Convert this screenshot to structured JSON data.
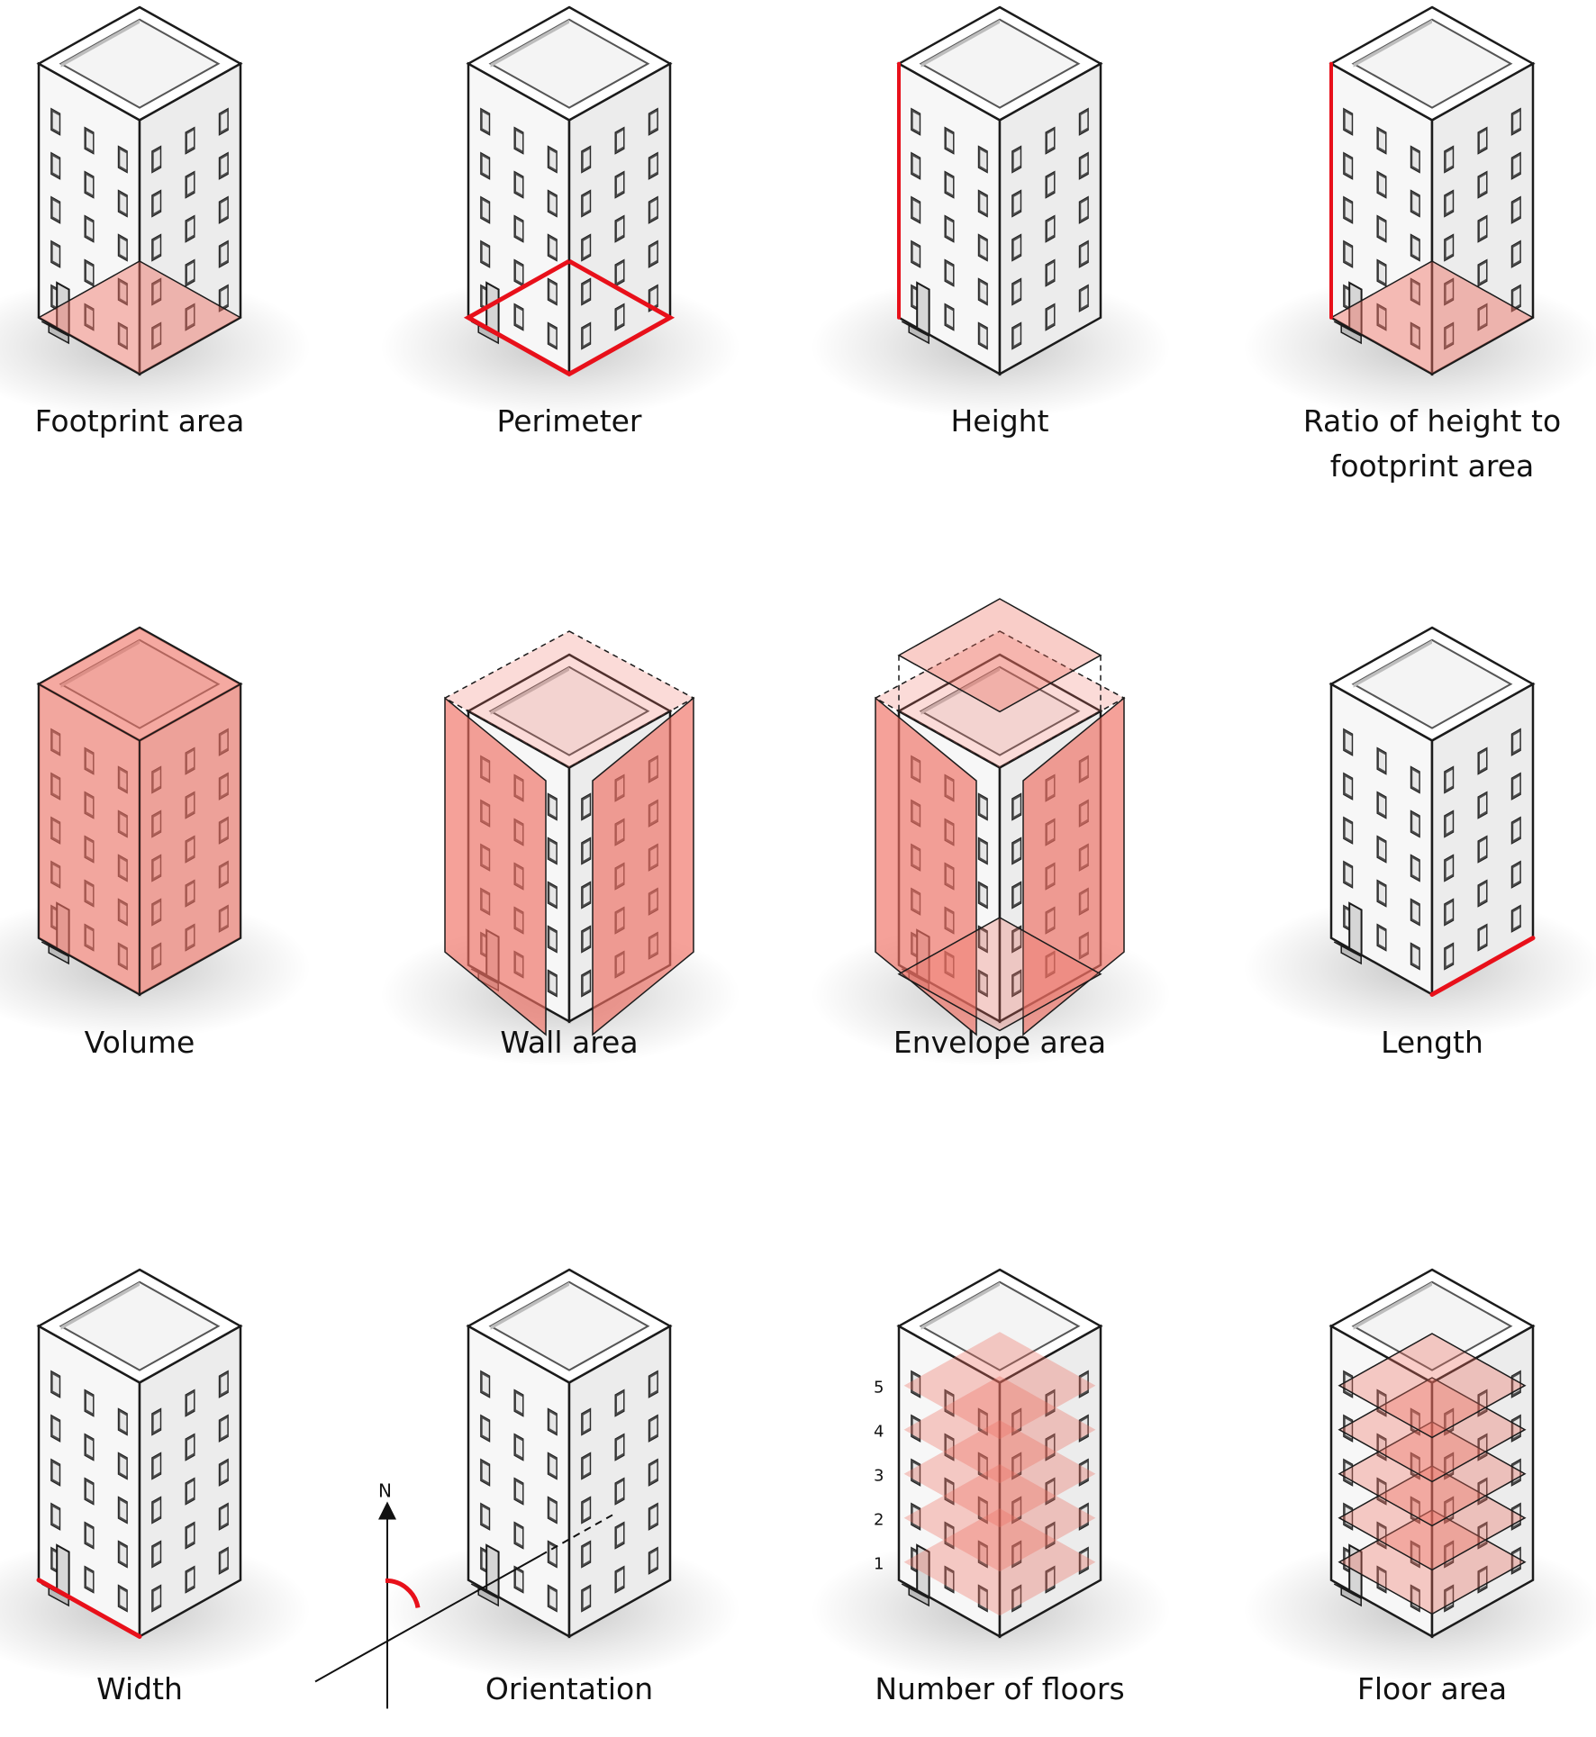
{
  "colors": {
    "highlight_fill": "#ef6f62",
    "highlight_line": "#e8101a",
    "outline": "#1b1b1b",
    "roof_inset": "#f4f4f4"
  },
  "floor_numbers": [
    "1",
    "2",
    "3",
    "4",
    "5"
  ],
  "north_label": "N",
  "panels": [
    {
      "id": "footprint-area",
      "caption_lines": [
        "Footprint area"
      ]
    },
    {
      "id": "perimeter",
      "caption_lines": [
        "Perimeter"
      ]
    },
    {
      "id": "height",
      "caption_lines": [
        "Height"
      ]
    },
    {
      "id": "ratio-height-footprint",
      "caption_lines": [
        "Ratio of height to",
        "footprint area"
      ]
    },
    {
      "id": "volume",
      "caption_lines": [
        "Volume"
      ]
    },
    {
      "id": "wall-area",
      "caption_lines": [
        "Wall area"
      ]
    },
    {
      "id": "envelope-area",
      "caption_lines": [
        "Envelope area"
      ]
    },
    {
      "id": "length",
      "caption_lines": [
        "Length"
      ]
    },
    {
      "id": "width",
      "caption_lines": [
        "Width"
      ]
    },
    {
      "id": "orientation",
      "caption_lines": [
        "Orientation"
      ]
    },
    {
      "id": "number-of-floors",
      "caption_lines": [
        "Number of floors"
      ]
    },
    {
      "id": "floor-area",
      "caption_lines": [
        "Floor area"
      ]
    }
  ]
}
